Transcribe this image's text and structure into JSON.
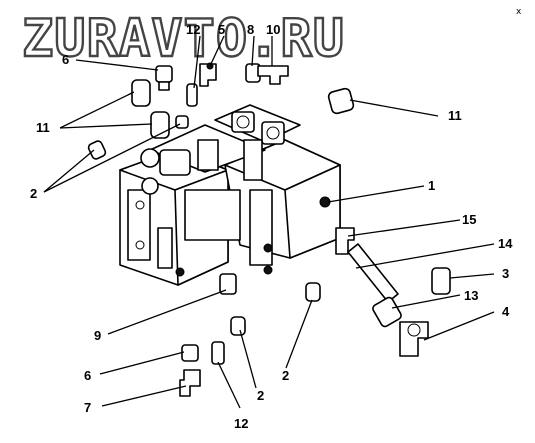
{
  "watermark": "ZURAVTO.RU",
  "corner_mark": "x",
  "callouts": [
    {
      "id": "c1",
      "text": "1"
    },
    {
      "id": "c2a",
      "text": "2"
    },
    {
      "id": "c2b",
      "text": "2"
    },
    {
      "id": "c2c",
      "text": "2"
    },
    {
      "id": "c3",
      "text": "3"
    },
    {
      "id": "c4",
      "text": "4"
    },
    {
      "id": "c5",
      "text": "5"
    },
    {
      "id": "c6a",
      "text": "6"
    },
    {
      "id": "c6b",
      "text": "6"
    },
    {
      "id": "c7",
      "text": "7"
    },
    {
      "id": "c8",
      "text": "8"
    },
    {
      "id": "c9",
      "text": "9"
    },
    {
      "id": "c10",
      "text": "10"
    },
    {
      "id": "c11a",
      "text": "11"
    },
    {
      "id": "c11b",
      "text": "11"
    },
    {
      "id": "c12a",
      "text": "12"
    },
    {
      "id": "c12b",
      "text": "12"
    },
    {
      "id": "c13",
      "text": "13"
    },
    {
      "id": "c14",
      "text": "14"
    },
    {
      "id": "c15",
      "text": "15"
    }
  ]
}
